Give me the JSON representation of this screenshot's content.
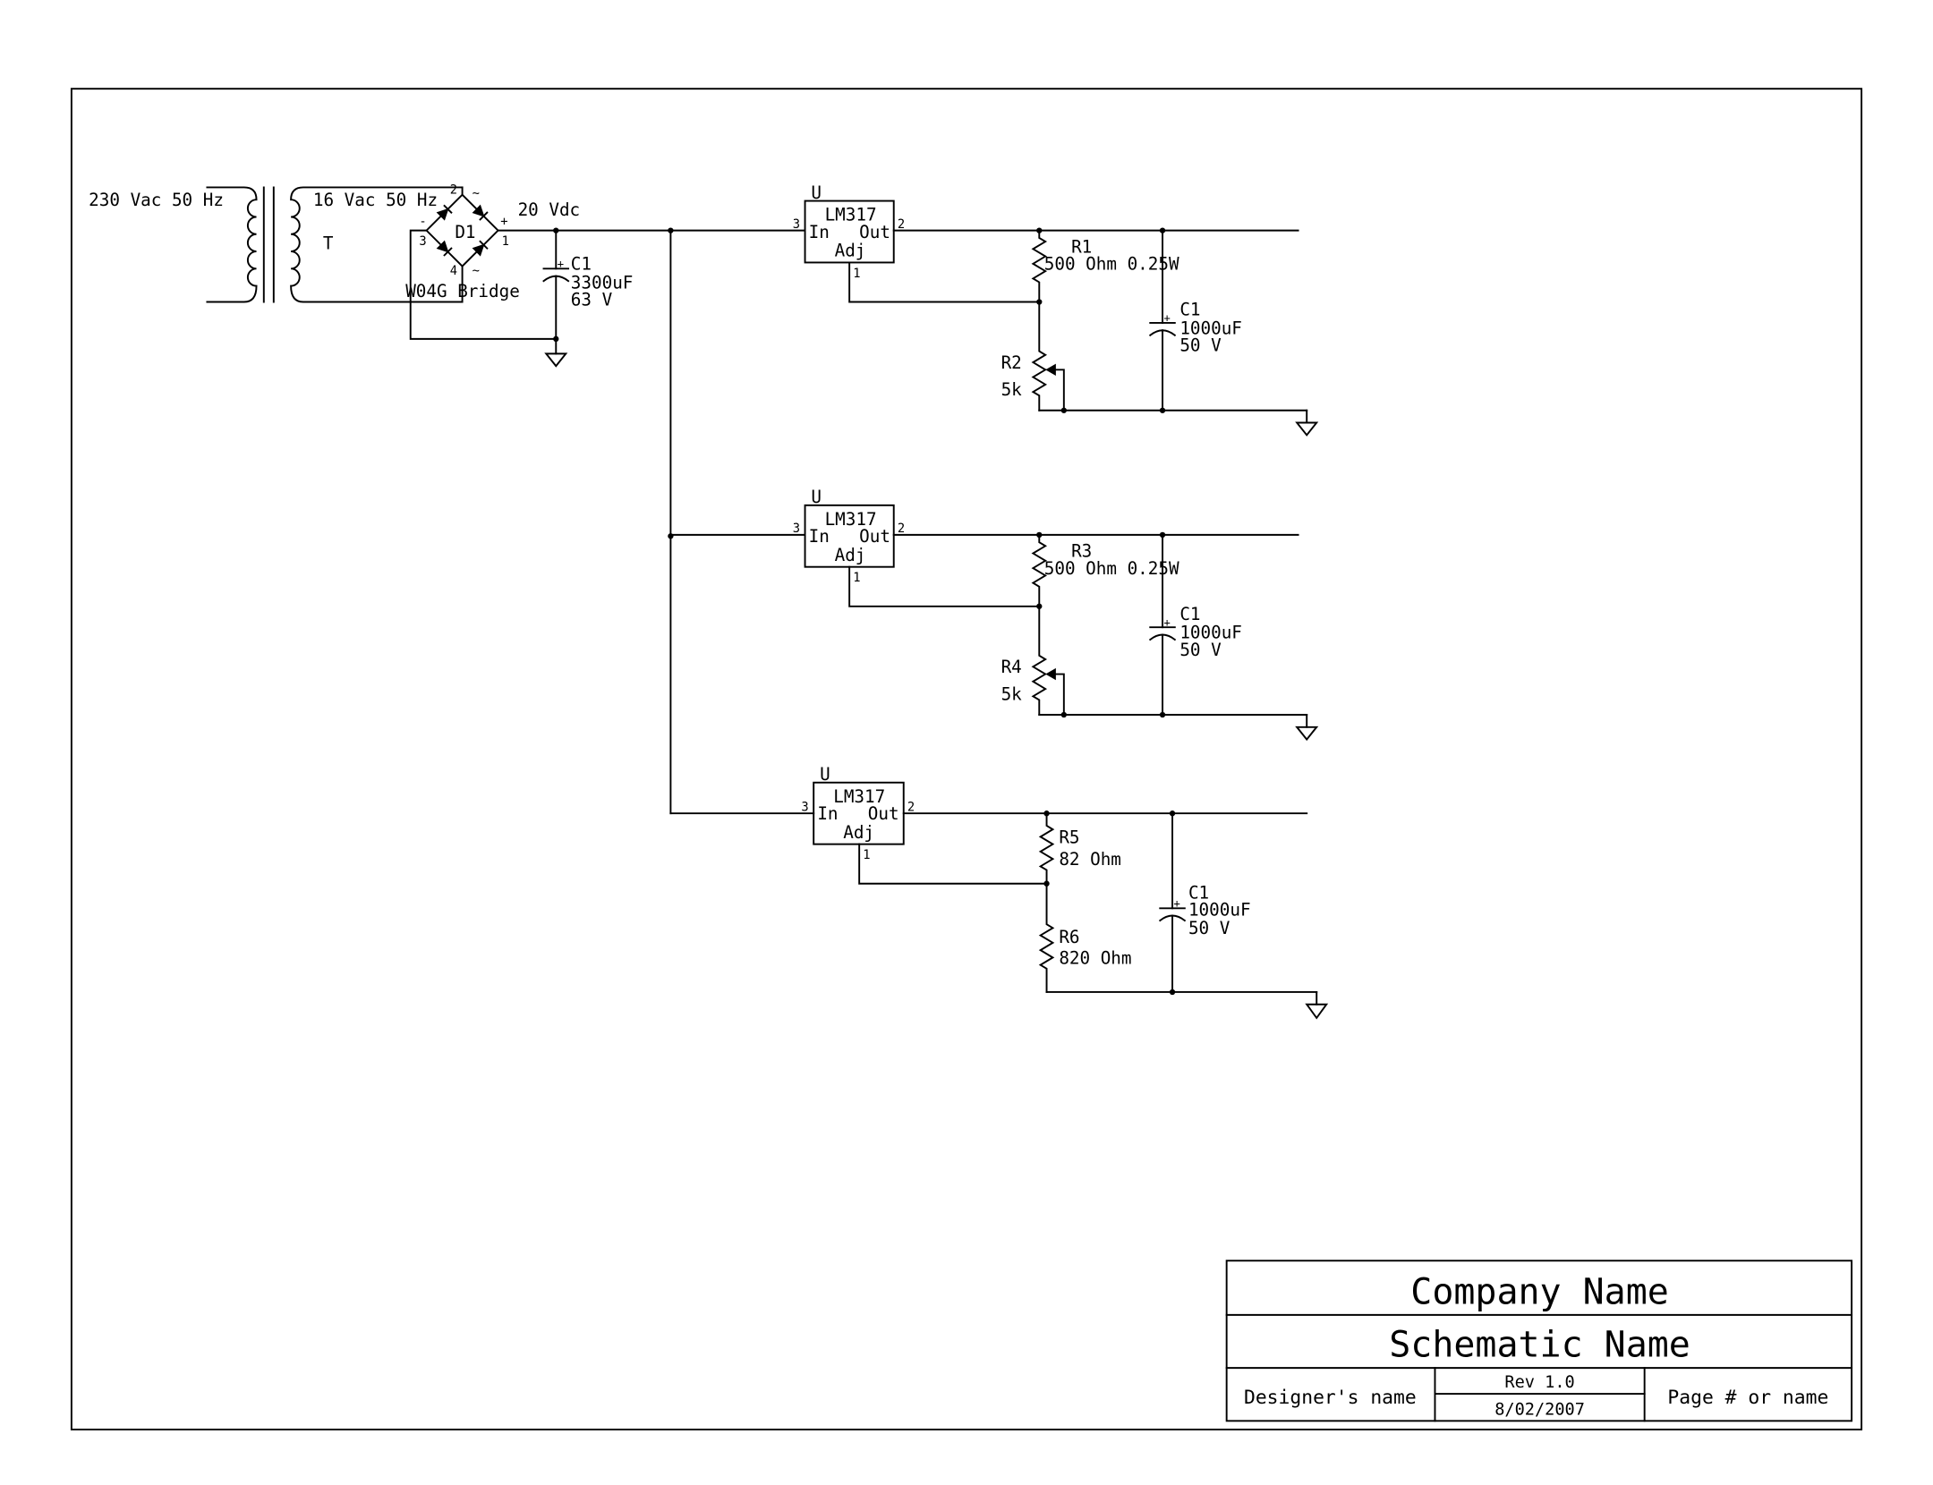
{
  "transformer": {
    "primary_label": "230 Vac 50 Hz",
    "secondary_label": "16 Vac 50 Hz",
    "designator": "T"
  },
  "bridge": {
    "designator": "D1",
    "part": "W04G Bridge",
    "pin_top_num": "2",
    "pin_top_sym": "~",
    "pin_left_sym": "-",
    "pin_left_num": "3",
    "pin_right_sym": "+",
    "pin_right_num": "1",
    "pin_bottom_num": "4",
    "pin_bottom_sym": "~"
  },
  "rail_label": "20 Vdc",
  "input_capacitor": {
    "designator": "C1",
    "polarity": "+",
    "value": "3300uF",
    "voltage": "63 V"
  },
  "regulators": [
    {
      "ref": "U",
      "part": "LM317",
      "pin_in_label": "In",
      "pin_out_label": "Out",
      "pin_adj_label": "Adj",
      "pin_in_num": "3",
      "pin_out_num": "2",
      "pin_adj_num": "1",
      "r_upper": {
        "designator": "R1",
        "value": "500 Ohm 0.25W"
      },
      "r_lower": {
        "designator": "R2",
        "value": "5k"
      },
      "capacitor": {
        "designator": "C1",
        "polarity": "+",
        "value": "1000uF",
        "voltage": "50 V"
      }
    },
    {
      "ref": "U",
      "part": "LM317",
      "pin_in_label": "In",
      "pin_out_label": "Out",
      "pin_adj_label": "Adj",
      "pin_in_num": "3",
      "pin_out_num": "2",
      "pin_adj_num": "1",
      "r_upper": {
        "designator": "R3",
        "value": "500 Ohm 0.25W"
      },
      "r_lower": {
        "designator": "R4",
        "value": "5k"
      },
      "capacitor": {
        "designator": "C1",
        "polarity": "+",
        "value": "1000uF",
        "voltage": "50 V"
      }
    },
    {
      "ref": "U",
      "part": "LM317",
      "pin_in_label": "In",
      "pin_out_label": "Out",
      "pin_adj_label": "Adj",
      "pin_in_num": "3",
      "pin_out_num": "2",
      "pin_adj_num": "1",
      "r_upper": {
        "designator": "R5",
        "value": "82 Ohm"
      },
      "r_lower": {
        "designator": "R6",
        "value": "820 Ohm"
      },
      "capacitor": {
        "designator": "C1",
        "polarity": "+",
        "value": "1000uF",
        "voltage": "50 V"
      }
    }
  ],
  "title_block": {
    "company": "Company Name",
    "schematic": "Schematic Name",
    "designer": "Designer's name",
    "revision": "Rev 1.0",
    "date": "8/02/2007",
    "page": "Page # or name"
  }
}
